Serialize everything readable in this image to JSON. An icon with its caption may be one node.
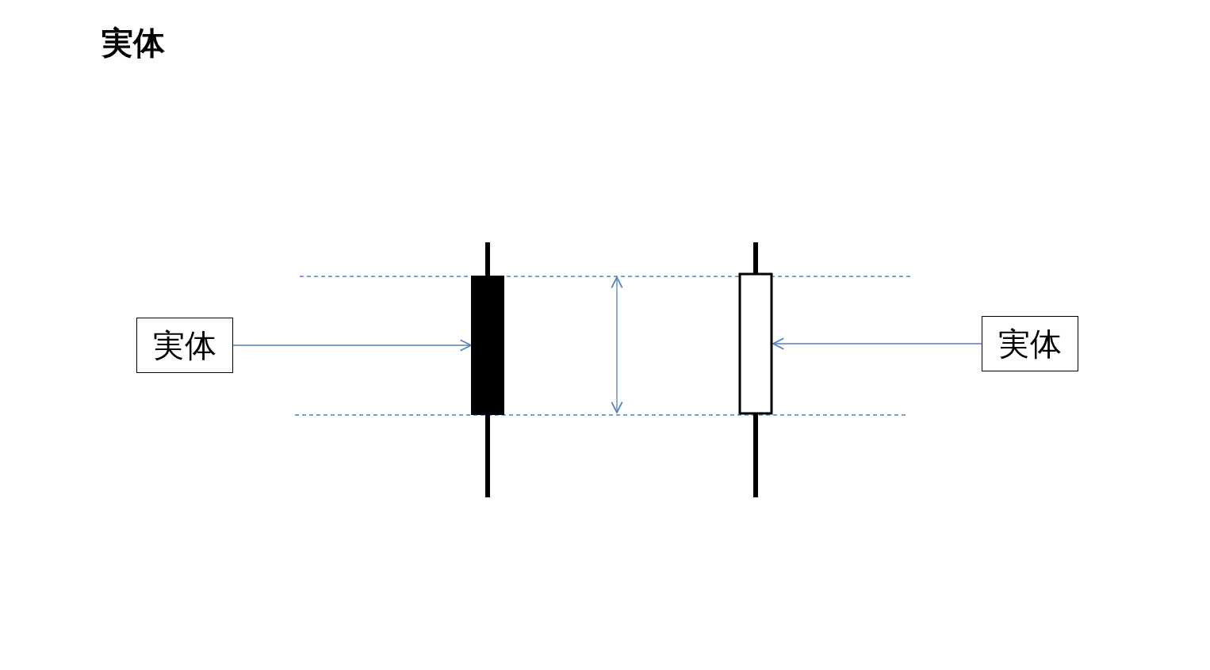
{
  "diagram": {
    "title": "実体",
    "nodes": [
      {
        "text": [
          "実体"
        ]
      },
      {
        "text": [],
        "shape": "bar"
      },
      {
        "text": [],
        "shape": "box"
      },
      {
        "text": [
          "実体"
        ]
      }
    ],
    "edges": [
      {
        "from": 0,
        "to": 1,
        "arrow": "to"
      },
      {
        "from": 3,
        "to": 2,
        "arrow": "to"
      }
    ]
  }
}
